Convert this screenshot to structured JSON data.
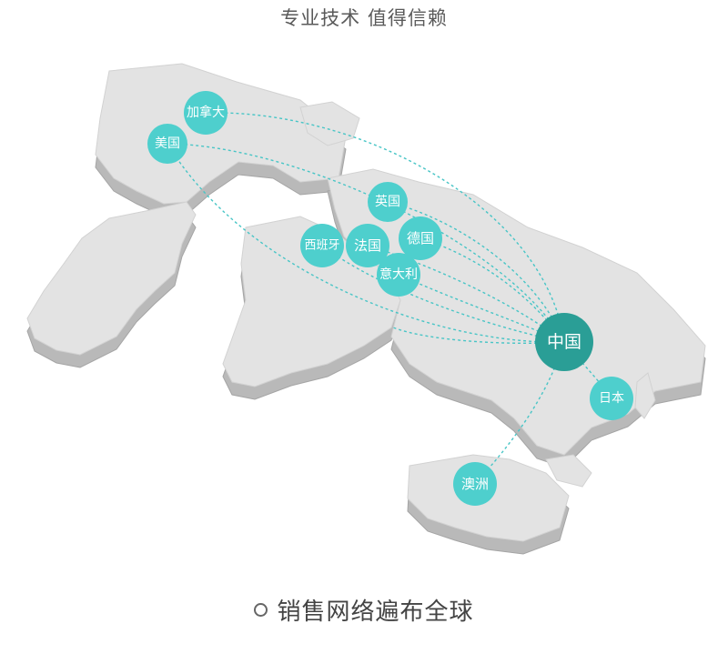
{
  "header": {
    "title": "专业技术 值得信赖"
  },
  "map": {
    "hub": {
      "id": "china",
      "label": "中国"
    },
    "nodes": [
      {
        "id": "canada",
        "label": "加拿大"
      },
      {
        "id": "usa",
        "label": "美国"
      },
      {
        "id": "uk",
        "label": "英国"
      },
      {
        "id": "spain",
        "label": "西班牙"
      },
      {
        "id": "france",
        "label": "法国"
      },
      {
        "id": "germany",
        "label": "德国"
      },
      {
        "id": "italy",
        "label": "意大利"
      },
      {
        "id": "japan",
        "label": "日本"
      },
      {
        "id": "australia",
        "label": "澳洲"
      }
    ],
    "colors": {
      "node": "#4ecfcd",
      "hub": "#2a9e96",
      "route": "#48c5c6",
      "land_top": "#e3e3e3",
      "land_side": "#b9b9b9"
    }
  },
  "footer": {
    "icon": "ring-icon",
    "caption": "销售网络遍布全球"
  }
}
